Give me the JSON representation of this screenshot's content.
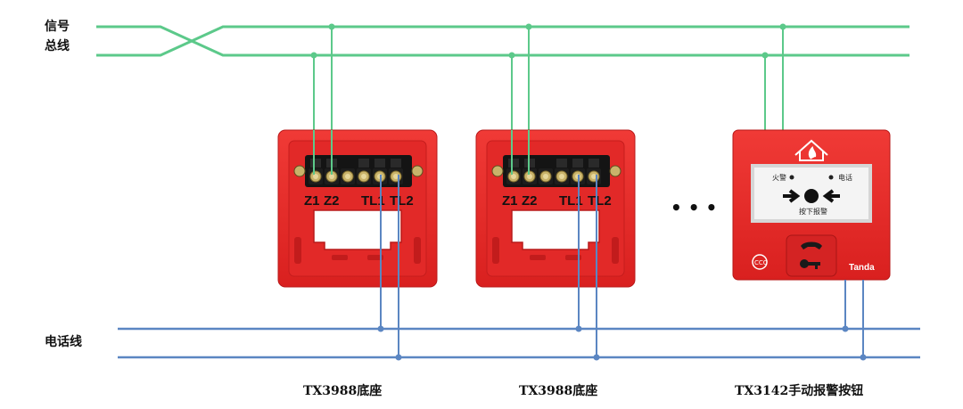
{
  "bus": {
    "signal_label_line1": "信号",
    "signal_label_line2": "总线",
    "phone_label": "电话线",
    "signal_color": "#5cc98a",
    "phone_color": "#5b86c2"
  },
  "bases": [
    {
      "terminals": [
        "Z1",
        "Z2",
        "TL1",
        "TL2"
      ],
      "caption": "TX3988底座"
    },
    {
      "terminals": [
        "Z1",
        "Z2",
        "TL1",
        "TL2"
      ],
      "caption": "TX3988底座"
    }
  ],
  "ellipsis": "• • •",
  "button": {
    "caption": "TX3142手动报警按钮",
    "fire_label": "火警",
    "phone_label": "电话",
    "press_label": "按下报警",
    "brand": "Tanda",
    "body_color": "#e8292a"
  }
}
